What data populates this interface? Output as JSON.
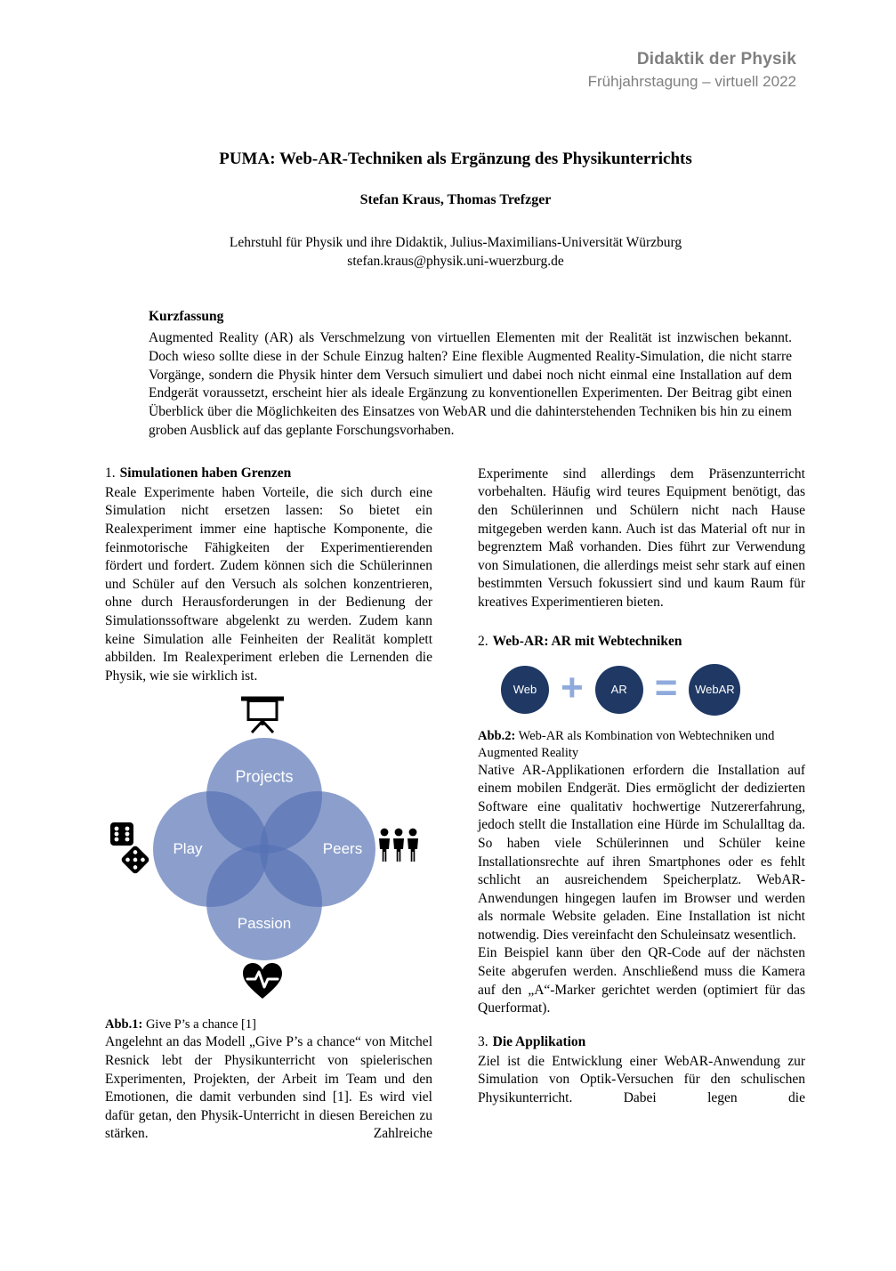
{
  "header": {
    "line1": "Didaktik der Physik",
    "line2": "Frühjahrstagung – virtuell 2022"
  },
  "title": "PUMA: Web-AR-Techniken als Ergänzung des Physikunterrichts",
  "authors": "Stefan Kraus, Thomas Trefzger",
  "affiliation": "Lehrstuhl für Physik und ihre Didaktik, Julius-Maximilians-Universität Würzburg",
  "email": "stefan.kraus@physik.uni-wuerzburg.de",
  "abstract": {
    "heading": "Kurzfassung",
    "text": "Augmented Reality (AR) als Verschmelzung von virtuellen Elementen mit der Realität ist inzwischen bekannt. Doch wieso sollte diese in der Schule Einzug halten? Eine flexible Augmented Reality-Simulation, die nicht starre Vorgänge, sondern die Physik hinter dem Versuch simuliert und dabei noch nicht einmal eine Installation auf dem Endgerät voraussetzt, erscheint hier als ideale Ergänzung zu konventionellen Experimenten. Der Beitrag gibt einen Überblick über die Möglichkeiten des Einsatzes von WebAR und die dahinterstehenden Techniken bis hin zu einem groben Ausblick auf das geplante Forschungsvorhaben."
  },
  "left": {
    "section1": {
      "num": "1.",
      "title": "Simulationen haben Grenzen"
    },
    "para1": "Reale Experimente haben Vorteile, die sich durch eine Simulation nicht ersetzen lassen: So bietet ein Realexperiment immer eine haptische Komponente, die feinmotorische Fähigkeiten der Experimentierenden fördert und fordert. Zudem können sich die Schülerinnen und Schüler auf den Versuch als solchen konzentrieren, ohne durch Herausforderungen in der Bedienung der Simulationssoftware abgelenkt zu werden. Zudem kann keine Simulation alle Feinheiten der Realität komplett abbilden. Im Realexperiment erleben die Lernenden die Physik, wie sie wirklich ist.",
    "figure1": {
      "label_top": "Projects",
      "label_left": "Play",
      "label_right": "Peers",
      "label_bottom": "Passion",
      "caption_label": "Abb.1:",
      "caption_text": " Give P’s a chance [1]"
    },
    "para2": "Angelehnt an das Modell „Give P’s a chance“ von Mitchel Resnick lebt der Physikunterricht von spielerischen Experimenten, Projekten, der Arbeit im Team und den Emotionen, die damit verbunden sind [1]. Es wird viel dafür getan, den Physik-Unterricht in diesen Bereichen zu stärken. Zahlreiche"
  },
  "right": {
    "para1": "Experimente sind allerdings dem Präsenzunterricht vorbehalten. Häufig wird teures Equipment benötigt, das den Schülerinnen und Schülern nicht nach Hause mitgegeben werden kann. Auch ist das Material oft nur in begrenztem Maß vorhanden. Dies führt zur Verwendung von Simulationen, die allerdings meist sehr stark auf einen bestimmten Versuch fokussiert sind und kaum Raum für kreatives Experimentieren bieten.",
    "section2": {
      "num": "2.",
      "title": "Web-AR: AR mit Webtechniken"
    },
    "figure2": {
      "web": "Web",
      "plus": "+",
      "ar": "AR",
      "equals": "=",
      "webar": "WebAR",
      "caption_label": "Abb.2:",
      "caption_text": " Web-AR als Kombination von Webtechniken und Augmented Reality"
    },
    "para2": "Native AR-Applikationen erfordern die Installation auf einem mobilen Endgerät. Dies ermöglicht der dedizierten Software eine qualitativ hochwertige Nutzererfahrung, jedoch stellt die Installation eine Hürde im Schulalltag da. So haben viele Schülerinnen und Schüler keine Installationsrechte auf ihren Smartphones oder es fehlt schlicht an ausreichendem Speicherplatz. WebAR-Anwendungen hingegen laufen im Browser und werden als normale Website geladen. Eine Installation ist nicht notwendig. Dies vereinfacht den Schuleinsatz wesentlich.",
    "para3": "Ein Beispiel kann über den QR-Code auf der nächsten Seite abgerufen werden. Anschließend muss die Kamera auf den „A“-Marker gerichtet werden (optimiert für das Querformat).",
    "section3": {
      "num": "3.",
      "title": "Die Applikation"
    },
    "para4": "Ziel ist die Entwicklung einer WebAR-Anwendung zur Simulation von Optik-Versuchen für den schulischen Physikunterricht. Dabei legen die"
  },
  "colors": {
    "venn_blue": "rgba(86,114,180,0.68)",
    "circle_navy": "#1F3864",
    "operator_blue": "#8FAADC",
    "header_gray": "#7f7f7f"
  }
}
